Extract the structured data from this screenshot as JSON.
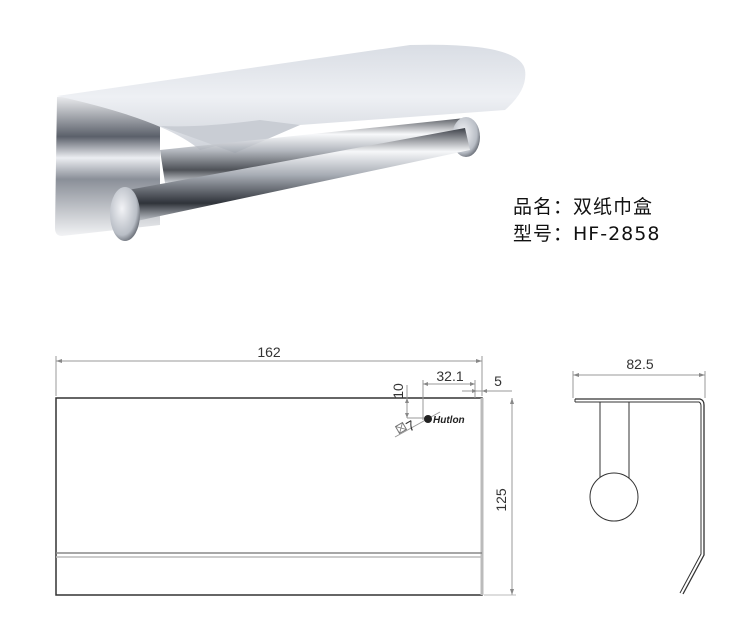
{
  "product": {
    "name_label": "品名：",
    "name_value": "双纸巾盒",
    "model_label": "型号：",
    "model_value": "HF-2858",
    "brand_logo": "Hutlon"
  },
  "drawing": {
    "front_view": {
      "width": "162",
      "height": "125",
      "logo_offset_x": "32.1",
      "logo_offset_y": "10",
      "edge_offset": "5",
      "logo_size": "7"
    },
    "side_view": {
      "depth": "82.5"
    }
  },
  "colors": {
    "line": "#333333",
    "dim_line": "#999999",
    "chrome_light": "#eef0f4",
    "chrome_dark": "#4a4f58"
  }
}
